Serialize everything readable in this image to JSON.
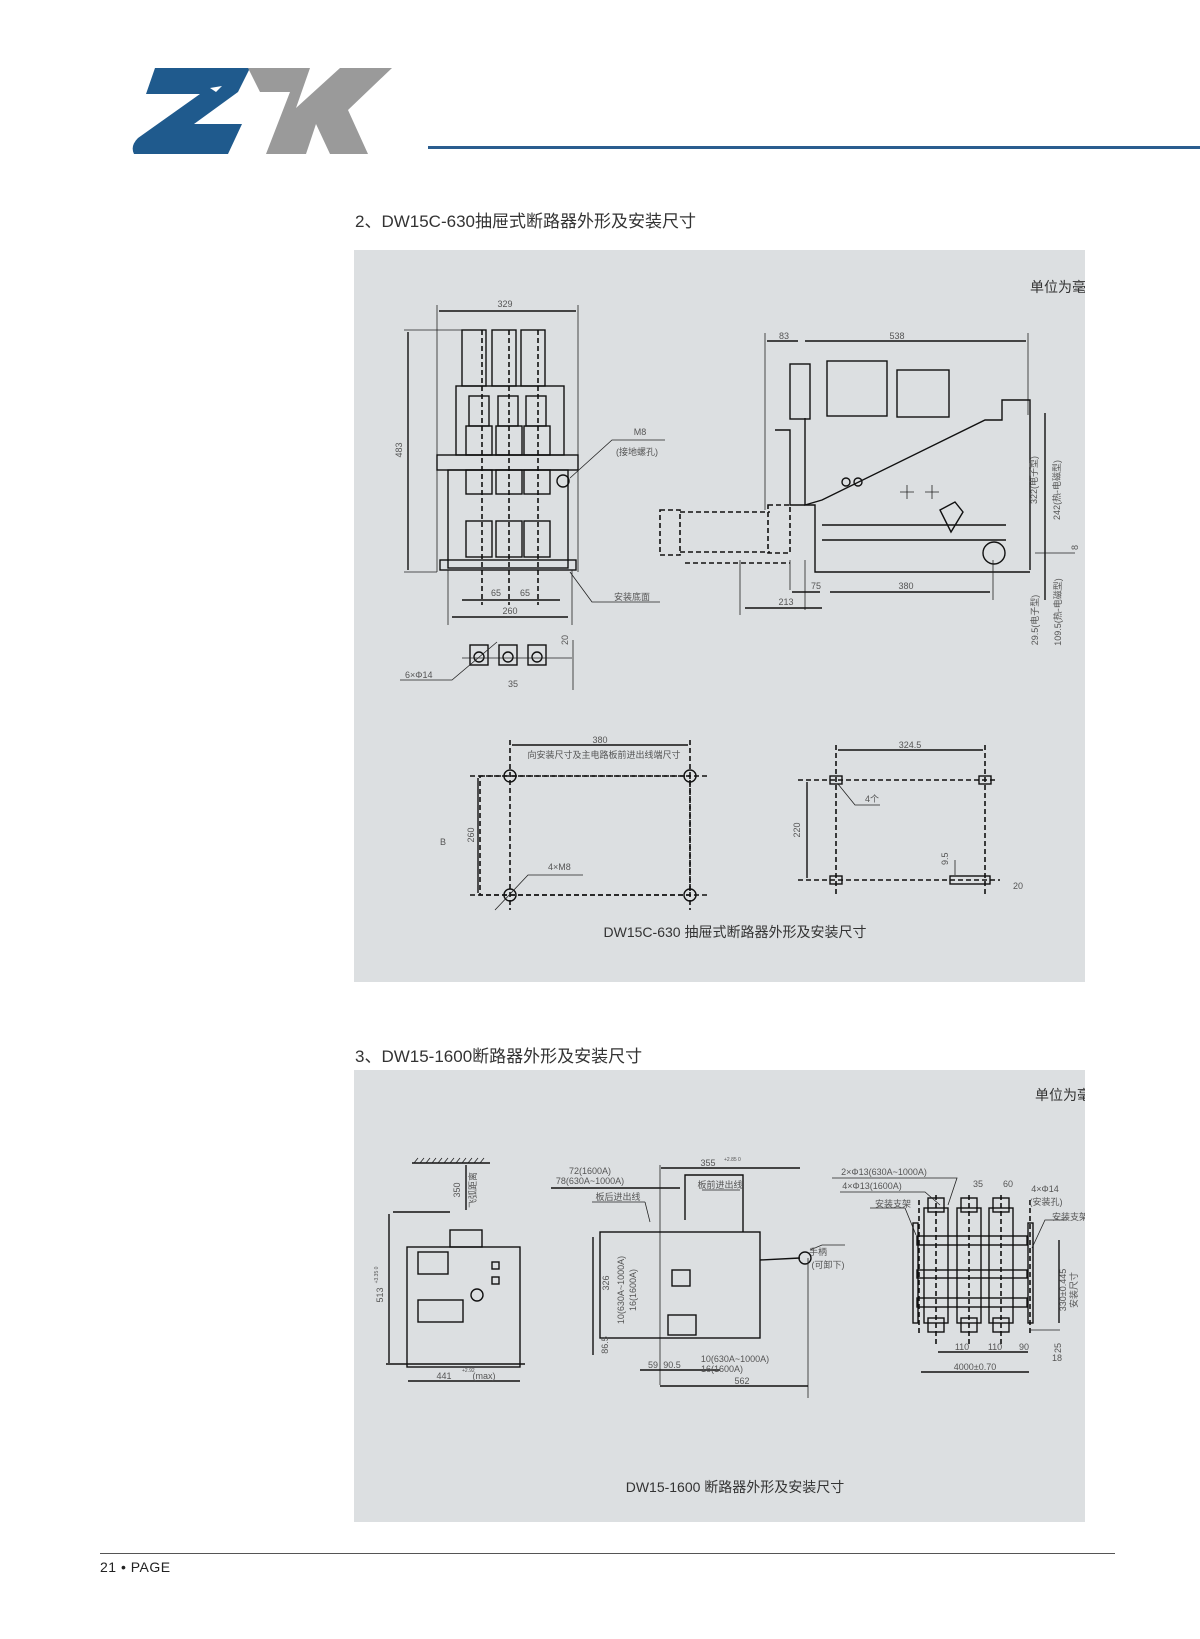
{
  "brand": {
    "logo_text": "ZK",
    "colors": {
      "blue": "#1f5a8d",
      "gray": "#9a9a9a",
      "line": "#2a5d8f"
    }
  },
  "section2": {
    "heading": "2、DW15C-630抽屉式断路器外形及安装尺寸",
    "unit": "单位为毫米",
    "front": {
      "w329": "329",
      "h483": "483",
      "m8": "M8",
      "ground": "(接地螺孔)",
      "d65a": "65",
      "d65b": "65",
      "d260": "260",
      "base": "安装底面",
      "holes": "6×Φ14",
      "d20": "20",
      "d35": "35"
    },
    "side": {
      "d83": "83",
      "d538": "538",
      "d75": "75",
      "d380": "380",
      "d213": "213",
      "h322": "322(电子型)",
      "h242": "242(热-电磁型)",
      "d8": "8",
      "h29": "29.5(电子型)",
      "h109": "109.5(热-电磁型)"
    },
    "mount1": {
      "d380": "380",
      "note": "向安装尺寸及主电路板前进出线端尺寸",
      "d260": "260",
      "b": "B",
      "m8": "4×M8"
    },
    "mount2": {
      "d324": "324.5",
      "four": "4个",
      "d220": "220",
      "d9": "9.5",
      "d20": "20"
    },
    "caption": "DW15C-630 抽屉式断路器外形及安装尺寸"
  },
  "section3": {
    "heading": "3、DW15-1600断路器外形及安装尺寸",
    "unit": "单位为毫米",
    "left": {
      "d350": "350",
      "arc": "飞弧距离",
      "d513": "513",
      "tol513": "+3.35 0",
      "d441": "441",
      "tol441": "+2.92",
      "max": "(max)"
    },
    "mid": {
      "a72": "72(1600A)",
      "a78": "78(630A~1000A)",
      "d355": "355",
      "tol355": "+2.85 0",
      "front": "板前进出线",
      "rear": "板后进出线",
      "d326": "326",
      "v10": "10(630A~1000A)",
      "v16": "16(1600A)",
      "d86": "86.5",
      "d59": "59",
      "d90": "90.5",
      "b10": "10(630A~1000A)",
      "b16": "16(1600A)",
      "d562": "562",
      "handle": "手柄",
      "removable": "(可卸下)"
    },
    "right": {
      "h2": "2×Φ13(630A~1000A)",
      "h4": "4×Φ13(1600A)",
      "bracketL": "安装支架",
      "d35": "35",
      "d60": "60",
      "h14": "4×Φ14",
      "holes": "(安装孔)",
      "bracketR": "安装支架",
      "d330": "330±0.445",
      "mount": "安装尺寸",
      "d110a": "110",
      "d110b": "110",
      "d90": "90",
      "d25": "25",
      "d18": "18",
      "d4000": "4000±0.70"
    },
    "caption": "DW15-1600 断路器外形及安装尺寸"
  },
  "footer": {
    "page": "21 • PAGE"
  }
}
